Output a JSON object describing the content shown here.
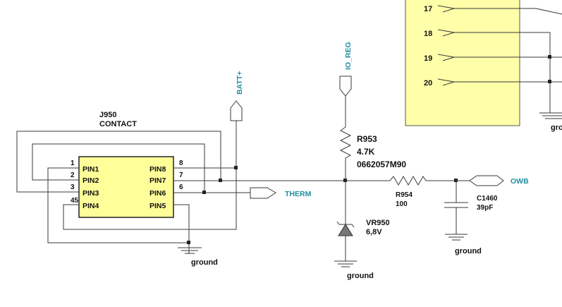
{
  "connector": {
    "ref": "J950",
    "name": "CONTACT",
    "left_pins": [
      {
        "num": "1",
        "label": "PIN1"
      },
      {
        "num": "2",
        "label": "PIN2"
      },
      {
        "num": "3",
        "label": "PIN3"
      },
      {
        "num": "45",
        "label": "PIN4"
      }
    ],
    "right_pins": [
      {
        "num": "8",
        "label": "PIN8"
      },
      {
        "num": "7",
        "label": "PIN7"
      },
      {
        "num": "6",
        "label": "PIN6"
      },
      {
        "num": "",
        "label": "PIN5"
      }
    ],
    "fill_color": "#ffff99"
  },
  "ic": {
    "pins": [
      "17",
      "18",
      "19",
      "20"
    ],
    "fill_color": "#ffffaa"
  },
  "nets": {
    "batt": "BATT+",
    "io_reg": "IO_REG",
    "therm": "THERM",
    "owb": "OWB",
    "label_color": "#1f8fa0"
  },
  "r953": {
    "ref": "R953",
    "value": "4.7K",
    "part": "0662057M90"
  },
  "r954": {
    "ref": "R954",
    "value": "100"
  },
  "vr950": {
    "ref": "VR950",
    "value": "6,8V"
  },
  "c1460": {
    "ref": "C1460",
    "value": "39pF"
  },
  "grounds": {
    "g1": "ground",
    "g2": "ground",
    "g3": "ground",
    "g4": "gro"
  }
}
